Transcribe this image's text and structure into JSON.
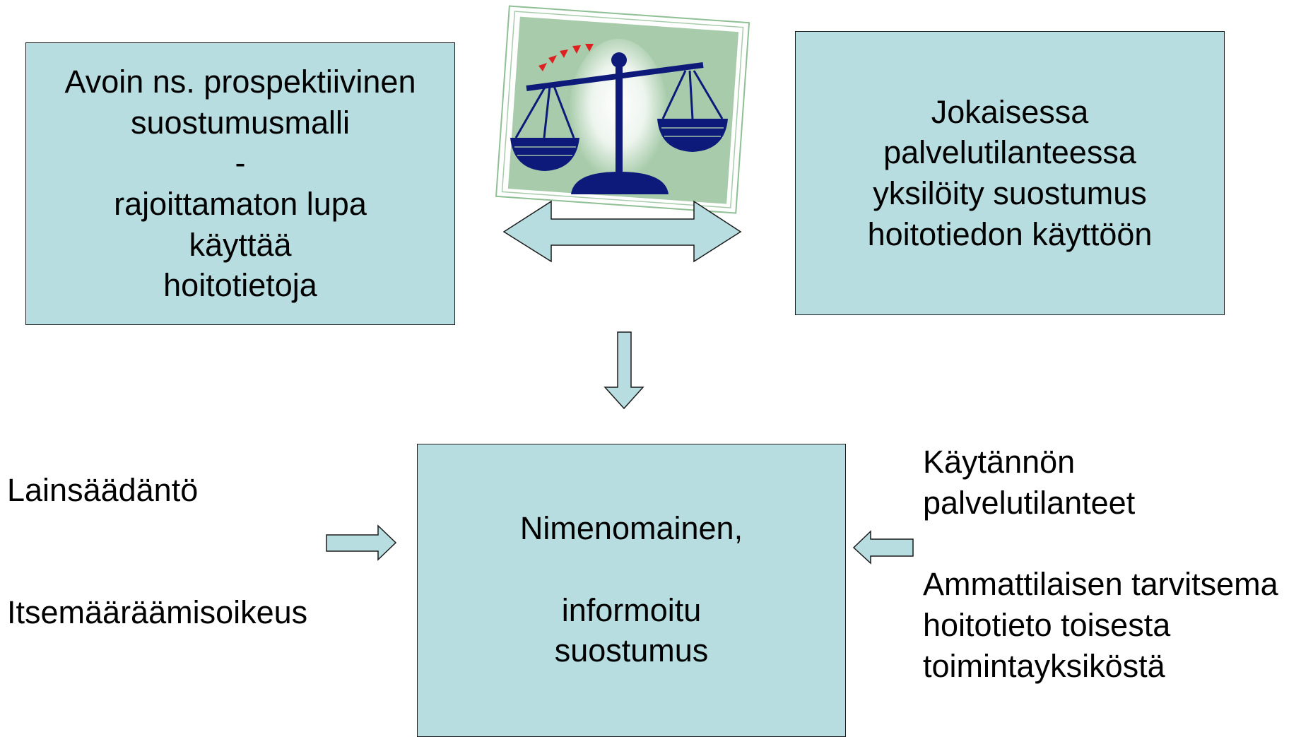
{
  "left_box": {
    "lines": [
      "Avoin ns. prospektiivinen",
      "suostumusmalli",
      "-",
      "rajoittamaton lupa",
      "käyttää",
      "hoitotietoja"
    ]
  },
  "right_box": {
    "lines": [
      "Jokaisessa",
      "palvelutilanteessa",
      "yksilöity suostumus",
      "hoitotiedon käyttöön"
    ]
  },
  "center_box": {
    "lines": [
      "Nimenomainen,",
      "",
      "informoitu",
      "suostumus"
    ]
  },
  "left_factors": {
    "first": "Lainsäädäntö",
    "second": "Itsemääräämisoikeus"
  },
  "right_factors": {
    "line1": "Käytännön",
    "line2": "palvelutilanteet",
    "line3": "Ammattilaisen tarvitsema",
    "line4": "hoitotieto toisesta",
    "line5": "toimintayksiköstä"
  },
  "colors": {
    "box_fill": "#b8dde0",
    "arrow_fill": "#b8dde0",
    "scale_navy": "#0d1a7a",
    "picture_bg": "#a8ccab",
    "accent_red": "#e02020"
  },
  "icons": {
    "scale": "balance-scale-icon"
  }
}
